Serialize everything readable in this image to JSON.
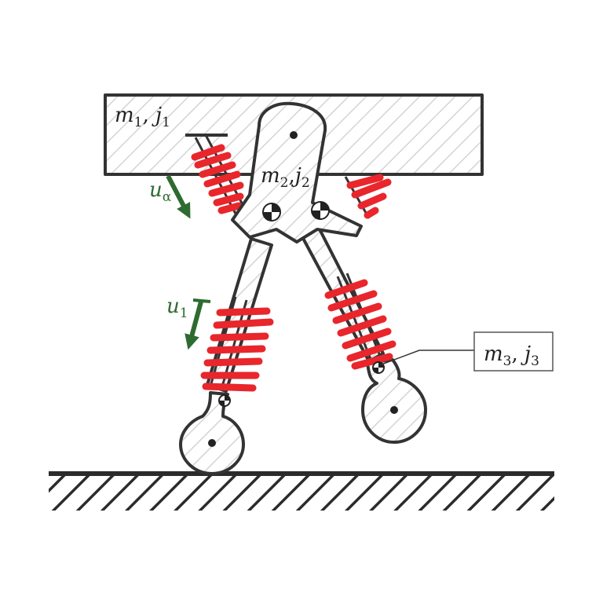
{
  "labels": {
    "body1": {
      "mass": "m",
      "mass_sub": "1",
      "sep": ", ",
      "inertia": "j",
      "inertia_sub": "1"
    },
    "body2": {
      "mass": "m",
      "mass_sub": "2",
      "sep": ",",
      "inertia": "j",
      "inertia_sub": "2"
    },
    "body3": {
      "mass": "m",
      "mass_sub": "3",
      "sep": ", ",
      "inertia": "j",
      "inertia_sub": "3"
    },
    "input_alpha": {
      "symbol": "u",
      "sub": "α"
    },
    "input_1": {
      "symbol": "u",
      "sub": "1"
    }
  },
  "colors": {
    "outline": "#333333",
    "hatch": "#cfcfcf",
    "spring": "#e8262c",
    "actuator_arrow": "#2e6b30",
    "ground": "#2b2b2b"
  },
  "icons": [
    "center-of-mass-icon",
    "pivot-dot-icon",
    "actuator-arrow-icon",
    "ground-hatch"
  ]
}
